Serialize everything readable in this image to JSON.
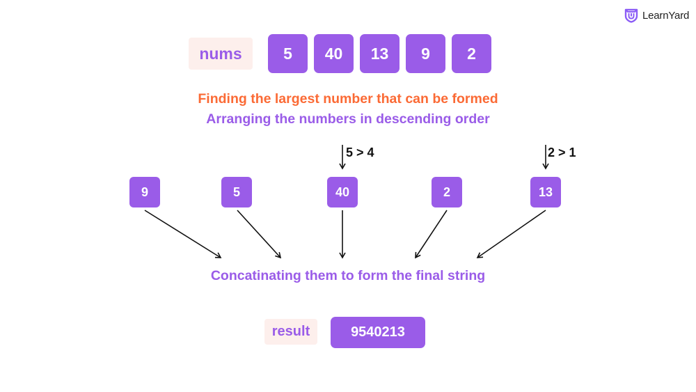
{
  "brand": {
    "name": "LearnYard",
    "icon": "shield-logo-icon",
    "color": "#8b5cf6"
  },
  "colors": {
    "accent_purple": "#9a5ce8",
    "heading_orange": "#fb6a35",
    "label_bg": "#fdefec",
    "arrow": "#111111"
  },
  "input": {
    "label": "nums",
    "values": [
      "5",
      "40",
      "13",
      "9",
      "2"
    ]
  },
  "headings": {
    "title": "Finding the largest number that can be formed",
    "step1": "Arranging the numbers in descending order",
    "step2": "Concatinating them to form the final string"
  },
  "sorted": {
    "values": [
      "9",
      "5",
      "40",
      "2",
      "13"
    ],
    "comparisons": [
      {
        "target": "40",
        "text": "5 > 4"
      },
      {
        "target": "13",
        "text": "2 > 1"
      }
    ]
  },
  "output": {
    "label": "result",
    "value": "9540213"
  }
}
